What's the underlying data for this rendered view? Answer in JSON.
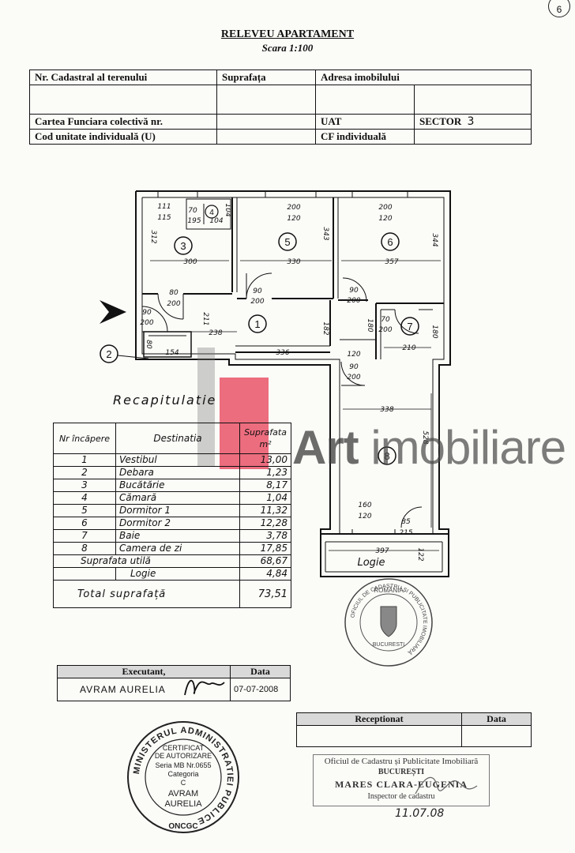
{
  "page_number": "6",
  "header": {
    "title": "RELEVEU APARTAMENT",
    "scale": "Scara 1:100",
    "nr_cadastral_label": "Nr. Cadastral al terenului",
    "suprafata_label": "Suprafața",
    "adresa_label": "Adresa imobilului",
    "cartea_label": "Cartea Funciara colectivă nr.",
    "uat_label": "UAT",
    "sector_label": "SECTOR",
    "sector_value": "3",
    "cod_label": "Cod unitate individuală (U)",
    "cf_label": "CF individuală"
  },
  "plan": {
    "room_numbers": [
      "1",
      "2",
      "3",
      "4",
      "5",
      "6",
      "7",
      "8"
    ],
    "dims": {
      "d111": "111",
      "d115": "115",
      "d70a": "70",
      "d195": "195",
      "d104a": "104",
      "d104b": "104",
      "d312": "312",
      "d200_120a": "200",
      "d120a": "120",
      "d343": "343",
      "d200b": "200",
      "d120b": "120",
      "d344": "344",
      "d300": "300",
      "d330": "330",
      "d357": "357",
      "d80a": "80",
      "d200c": "200",
      "d90a": "90",
      "d200d": "200",
      "d90b": "90",
      "d200e": "200",
      "d90c": "90",
      "d200f": "200",
      "d211": "211",
      "d238": "238",
      "d182": "182",
      "d180a": "180",
      "d70b": "70",
      "d200g": "200",
      "d180b": "180",
      "d80b": "80",
      "d154": "154",
      "d336": "336",
      "d120c": "120",
      "d210": "210",
      "d90d": "90",
      "d200h": "200",
      "d338": "338",
      "d528": "528",
      "d160": "160",
      "d120d": "120",
      "d85": "85",
      "d215": "215",
      "d397": "397",
      "d122": "122"
    },
    "logie_label": "Logie"
  },
  "recap": {
    "title": "Recapitulatie",
    "head_nr": "Nr încăpere",
    "head_dest": "Destinatia",
    "head_sup": "Suprafata m²",
    "rows": [
      {
        "nr": "1",
        "dest": "Vestibul",
        "sup": "13,00"
      },
      {
        "nr": "2",
        "dest": "Debara",
        "sup": "1,23"
      },
      {
        "nr": "3",
        "dest": "Bucătărie",
        "sup": "8,17"
      },
      {
        "nr": "4",
        "dest": "Cămară",
        "sup": "1,04"
      },
      {
        "nr": "5",
        "dest": "Dormitor 1",
        "sup": "11,32"
      },
      {
        "nr": "6",
        "dest": "Dormitor 2",
        "sup": "12,28"
      },
      {
        "nr": "7",
        "dest": "Baie",
        "sup": "3,78"
      },
      {
        "nr": "8",
        "dest": "Camera de zi",
        "sup": "17,85"
      }
    ],
    "utila_label": "Suprafata utilă",
    "utila_value": "68,67",
    "logie_label": "Logie",
    "logie_value": "4,84",
    "total_label": "Total suprafață",
    "total_value": "73,51"
  },
  "executant": {
    "label": "Executant,",
    "data_label": "Data",
    "name": "AVRAM AURELIA",
    "date": "07-07-2008"
  },
  "receptionat": {
    "label": "Receptionat",
    "data_label": "Data"
  },
  "stamp_left": {
    "ring": "MINISTERUL ADMINISTRATIEI PUBLICE",
    "line1": "CERTIFICAT",
    "line2": "DE AUTORIZARE",
    "line3": "Seria MB Nr.0655",
    "line4": "Categoria",
    "line5": "C",
    "line6": "AVRAM",
    "line7": "AURELIA",
    "bottom": "ONCGC"
  },
  "stamp_right": {
    "top": "ROMÂNIA",
    "ring": "OFICIUL DE CADASTRU ȘI PUBLICITATE IMOBILIARĂ",
    "city": "BUCURESTI"
  },
  "ocpi": {
    "line1": "Oficiul de Cadastru și Publicitate Imobiliară",
    "line2": "BUCUREȘTI",
    "line3": "MARES CLARA-EUGENIA",
    "line4": "Inspector de cadastru",
    "date": "11.07.08"
  },
  "watermark": {
    "brand": "Art",
    "brand_rest": "imobiliare"
  },
  "colors": {
    "watermark_red": "#e84a5f",
    "watermark_gray": "#555555",
    "ink": "#111111"
  }
}
